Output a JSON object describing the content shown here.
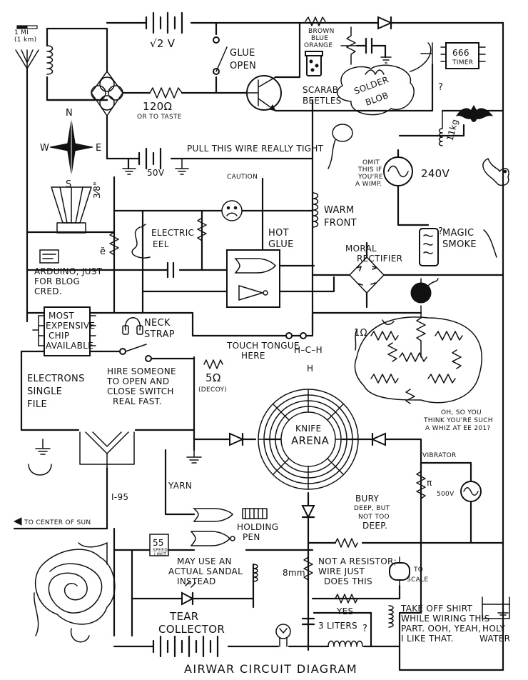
{
  "title": "AIRWAR CIRCUIT DIAGRAM",
  "labels": {
    "one_mi_a": "1 MI",
    "one_mi_b": "(1 km)",
    "battery_12v": "√2 V",
    "glue_open_1": "GLUE",
    "glue_open_2": "OPEN",
    "brown_1": "BROWN",
    "brown_2": "BLUE",
    "brown_3": "ORANGE",
    "scarab_1": "SCARAB",
    "scarab_2": "BEETLES",
    "solder_1": "SOLDER",
    "solder_2": "BLOB",
    "timer_1": "666",
    "timer_2": "TIMER",
    "question": "?",
    "r120": "120Ω",
    "to_taste": "OR TO TASTE",
    "n": "N",
    "s": "S",
    "e": "E",
    "w": "W",
    "pull_wire": "PULL THIS WIRE REALLY TIGHT",
    "v50": "50V",
    "caution": "CAUTION",
    "weight": "11kg",
    "omit_1": "OMIT",
    "omit_2": "THIS IF",
    "omit_3": "YOU'RE",
    "omit_4": "A WIMP.",
    "v240": "240V",
    "three_eighths": "3⁄8\"",
    "warm_1": "WARM",
    "warm_2": "FRONT",
    "electric_1": "ELECTRIC",
    "electric_2": "EEL",
    "e_dot": "ë",
    "hot_1": "HOT",
    "hot_2": "GLUE",
    "magic_1": "MAGIC",
    "magic_2": "SMOKE",
    "moral_1": "MORAL",
    "moral_2": "RECTIFIER",
    "arduino_1": "ARDUINO, JUST",
    "arduino_2": "FOR BLOG",
    "arduino_3": "CRED.",
    "chip_1": "MOST",
    "chip_2": "EXPENSIVE",
    "chip_3": "CHIP",
    "chip_4": "AVAILABLE",
    "neck_1": "NECK",
    "neck_2": "STRAP",
    "touch_1": "TOUCH TONGUE",
    "touch_2": "HERE",
    "hch_1": "H–C–H",
    "hch_2": "H",
    "one_ohm": "1Ω",
    "hire_1": "HIRE SOMEONE",
    "hire_2": "TO OPEN AND",
    "hire_3": "CLOSE SWITCH",
    "hire_4": "REAL FAST.",
    "electrons_1": "ELECTRONS",
    "electrons_2": "SINGLE",
    "electrons_3": "FILE",
    "five_ohm": "5Ω",
    "decoy": "(DECOY)",
    "knife_1": "KNIFE",
    "knife_2": "ARENA",
    "whiz_1": "OH, SO YOU",
    "whiz_2": "THINK YOU'RE SUCH",
    "whiz_3": "A WHIZ AT EE 201?",
    "vibrator": "VIBRATOR",
    "pi": "π",
    "v500": "500V",
    "i95": "I-95",
    "yarn": "YARN",
    "bury_1": "BURY",
    "bury_2": "DEEP, BUT",
    "bury_3": "NOT TOO",
    "bury_4": "DEEP.",
    "center_sun": "TO CENTER OF SUN",
    "holding_1": "HOLDING",
    "holding_2": "PEN",
    "speed_1": "55",
    "speed_2": "SPEED",
    "speed_3": "LIMIT",
    "sandal_1": "MAY USE AN",
    "sandal_2": "ACTUAL SANDAL",
    "sandal_3": "INSTEAD",
    "not_res_1": "NOT A RESISTOR;",
    "not_res_2": "WIRE JUST",
    "not_res_3": "DOES THIS",
    "eight_mm": "8mm",
    "to_scale_1": "TO",
    "to_scale_2": "SCALE",
    "yes": "YES",
    "three_liters": "3 LITERS",
    "shirt_1": "TAKE OFF SHIRT",
    "shirt_2": "WHILE WIRING THIS",
    "shirt_3": "PART. OOH, YEAH,",
    "shirt_4": "I LIKE THAT.",
    "tear_1": "TEAR",
    "tear_2": "COLLECTOR",
    "holy_1": "HOLY",
    "holy_2": "WATER"
  }
}
